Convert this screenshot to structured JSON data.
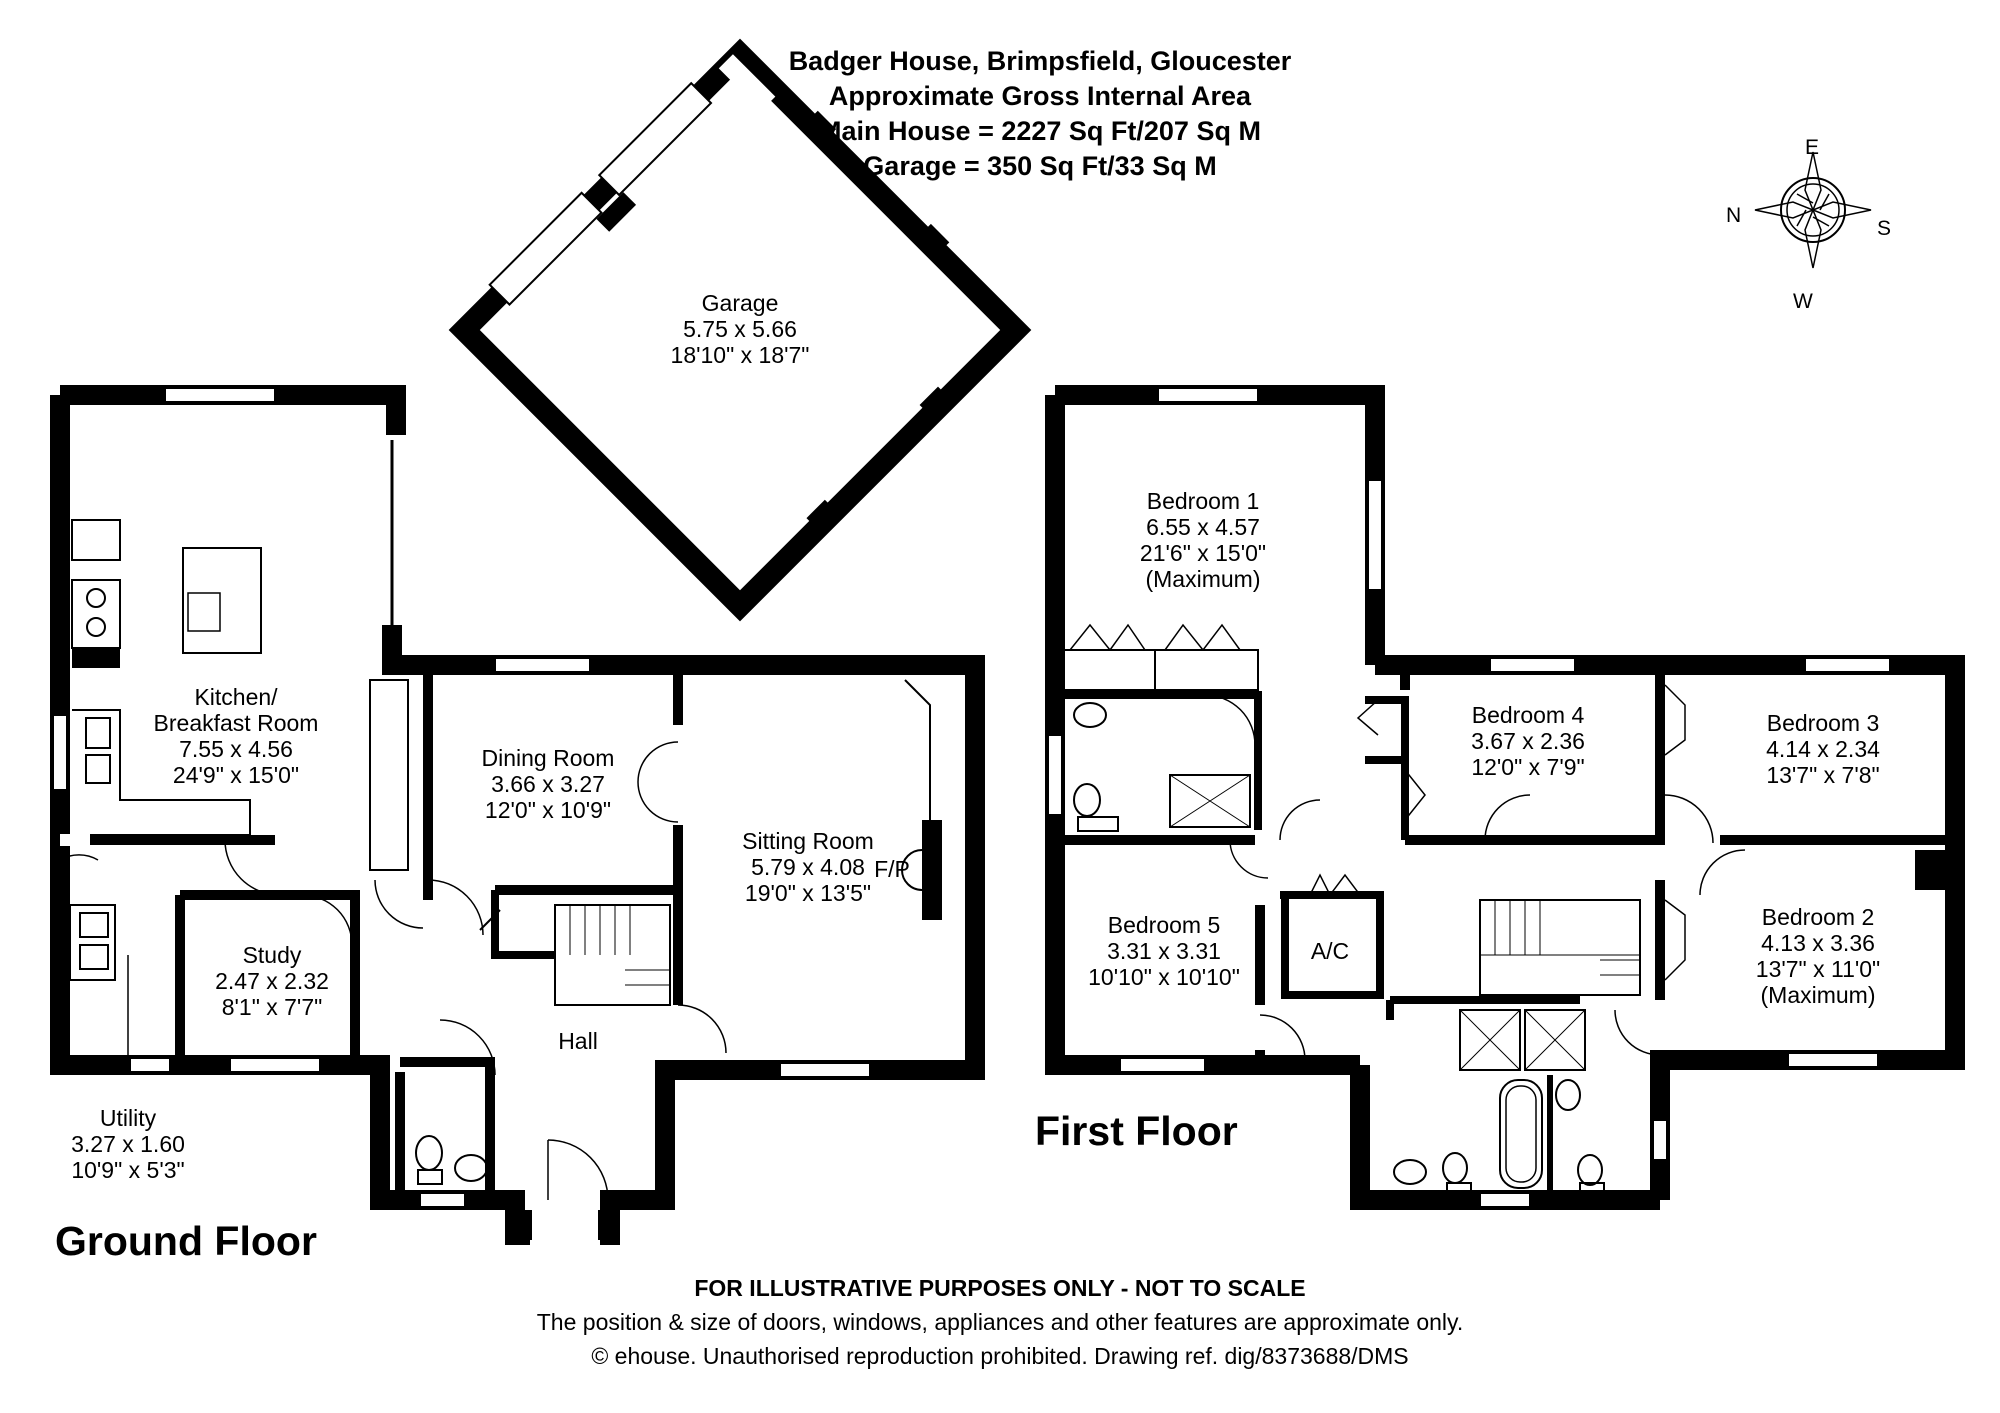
{
  "header": {
    "title": "Badger House, Brimpsfield, Gloucester",
    "subtitle": "Approximate Gross Internal Area",
    "main_house_area": "Main House = 2227 Sq Ft/207 Sq M",
    "garage_area": "Garage = 350 Sq Ft/33 Sq M"
  },
  "compass": {
    "e": "E",
    "n": "N",
    "s": "S",
    "w": "W"
  },
  "floors": {
    "ground": "Ground Floor",
    "first": "First Floor"
  },
  "rooms": {
    "garage": {
      "name": "Garage",
      "metric": "5.75 x 5.66",
      "imperial": "18'10\" x 18'7\""
    },
    "kitchen": {
      "name": "Kitchen/",
      "name2": "Breakfast Room",
      "metric": "7.55 x 4.56",
      "imperial": "24'9\" x 15'0\""
    },
    "dining": {
      "name": "Dining Room",
      "metric": "3.66 x 3.27",
      "imperial": "12'0\" x 10'9\""
    },
    "sitting": {
      "name": "Sitting Room",
      "metric": "5.79 x 4.08",
      "imperial": "19'0\" x 13'5\"",
      "fp": "F/P"
    },
    "study": {
      "name": "Study",
      "metric": "2.47 x 2.32",
      "imperial": "8'1\" x 7'7\""
    },
    "hall": {
      "name": "Hall"
    },
    "utility": {
      "name": "Utility",
      "metric": "3.27 x 1.60",
      "imperial": "10'9\" x 5'3\""
    },
    "bedroom1": {
      "name": "Bedroom 1",
      "metric": "6.55 x 4.57",
      "imperial": "21'6\" x 15'0\"",
      "note": "(Maximum)"
    },
    "bedroom4": {
      "name": "Bedroom 4",
      "metric": "3.67 x 2.36",
      "imperial": "12'0\" x 7'9\""
    },
    "bedroom3": {
      "name": "Bedroom 3",
      "metric": "4.14 x 2.34",
      "imperial": "13'7\" x 7'8\""
    },
    "bedroom5": {
      "name": "Bedroom 5",
      "metric": "3.31 x 3.31",
      "imperial": "10'10\" x 10'10\""
    },
    "ac": {
      "name": "A/C"
    },
    "bedroom2": {
      "name": "Bedroom 2",
      "metric": "4.13 x 3.36",
      "imperial": "13'7\" x 11'0\"",
      "note": "(Maximum)"
    }
  },
  "footer": {
    "disclaimer": "FOR ILLUSTRATIVE PURPOSES ONLY - NOT TO SCALE",
    "note": "The position & size of doors, windows, appliances and other features are approximate only.",
    "copyright": "© ehouse. Unauthorised reproduction prohibited. Drawing ref. dig/8373688/DMS"
  }
}
